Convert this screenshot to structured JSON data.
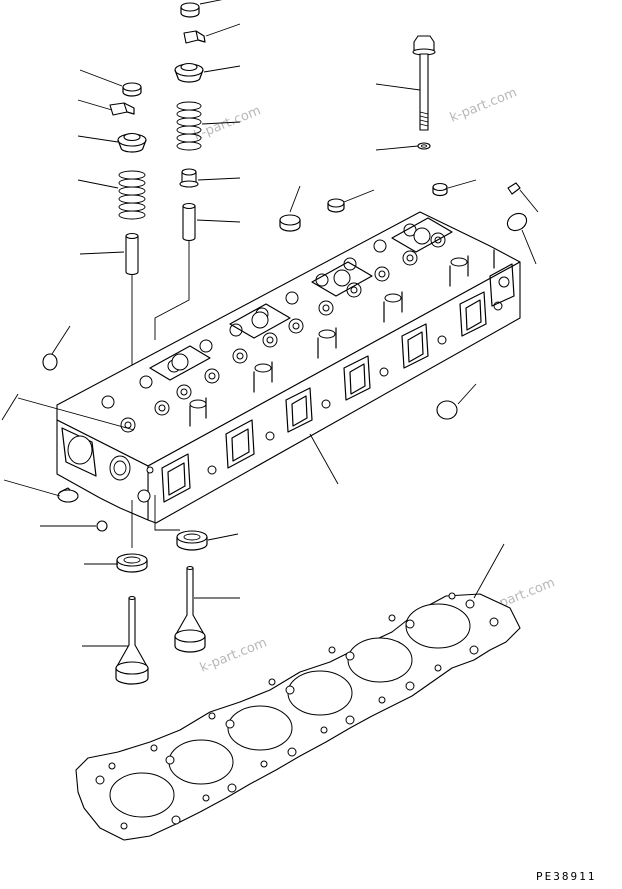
{
  "figure": {
    "drawing_code": "PE38911",
    "watermarks": [
      "k-part.com",
      "k-part.com",
      "k-part.com"
    ]
  },
  "colors": {
    "line": "#000000",
    "background": "#ffffff",
    "watermark": "#b8b8b8"
  }
}
